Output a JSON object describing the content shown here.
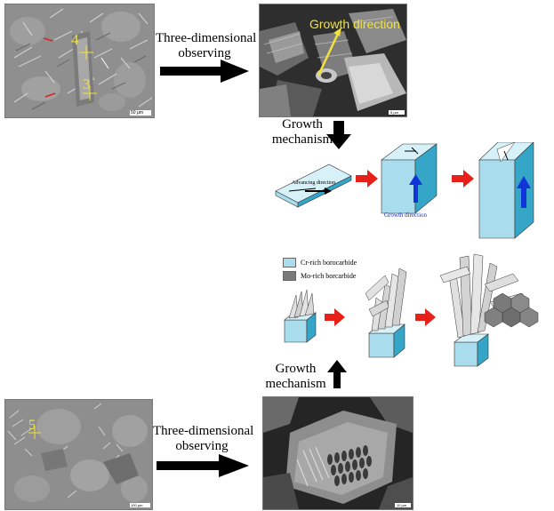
{
  "top_row": {
    "observing_label_line1": "Three-dimensional",
    "observing_label_line2": "observing",
    "point_labels": [
      "4",
      "3"
    ],
    "scale_bar_left": "50 µm",
    "sem_label": "Growth direction",
    "scale_bar_right": "5 µm"
  },
  "mechanism_top": {
    "label_line1": "Growth",
    "label_line2": "mechanism",
    "advancing_direction": "Advancing direction",
    "growth_direction": "Growth direction"
  },
  "legend": {
    "items": [
      {
        "label": "Cr-rich borocarbide",
        "color": "#a9dcec"
      },
      {
        "label": "Mo-rich borcarbide",
        "color": "#7a7a7a"
      }
    ]
  },
  "mechanism_bottom": {
    "label_line1": "Growth",
    "label_line2": "mechanism"
  },
  "bottom_row": {
    "observing_label_line1": "Three-dimensional",
    "observing_label_line2": "observing",
    "point_labels": [
      "5"
    ],
    "scale_bar_left": "100 µm",
    "scale_bar_right": "10 µm"
  },
  "colors": {
    "box_face": "#a9dcec",
    "box_side": "#35a6c8",
    "box_top": "#d6f1f8",
    "red_arrow": "#e8201a",
    "blue_arrow": "#1034d8",
    "point_label": "#f2e23a"
  }
}
